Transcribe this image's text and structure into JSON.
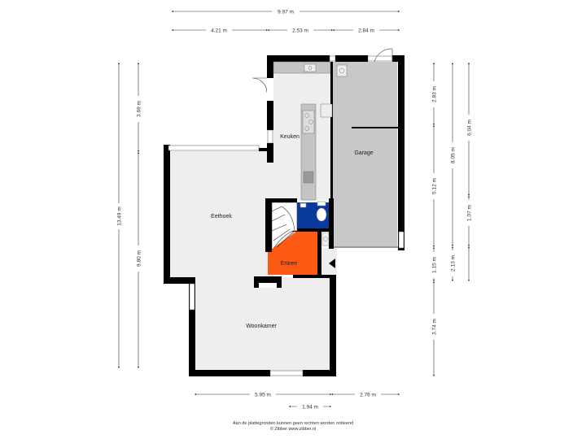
{
  "dimensions": {
    "top_total": "9.97 m",
    "top_left": "4.21 m",
    "top_mid": "2.53 m",
    "top_right": "2.84 m",
    "left_outer": "13.49 m",
    "left_upper": "3.69 m",
    "left_lower": "9.80 m",
    "right_a1": "2.83 m",
    "right_a2": "5.12 m",
    "right_a3": "1.15 m",
    "right_a4": "3.74 m",
    "right_b1": "8.05 m",
    "right_b2": "2.13 m",
    "right_c1": "6.04 m",
    "right_c2": "1.07 m",
    "bottom_left": "5.95 m",
    "bottom_right": "2.76 m",
    "bottom_small": "1.94 m"
  },
  "rooms": {
    "keuken": "Keuken",
    "garage": "Garage",
    "eethoek": "Eethoek",
    "entree": "Entree",
    "woonkamer": "Woonkamer"
  },
  "colors": {
    "wall": "#000000",
    "floor": "#eeeeee",
    "garage": "#c8c8c8",
    "entree": "#ff5a14",
    "toilet": "#0b3a9e",
    "dim_line": "#333333"
  },
  "footer": {
    "disclaimer": "Aan de plattegronden kunnen geen rechten worden ontleend",
    "credit": "© Zibber www.zibber.nl"
  }
}
